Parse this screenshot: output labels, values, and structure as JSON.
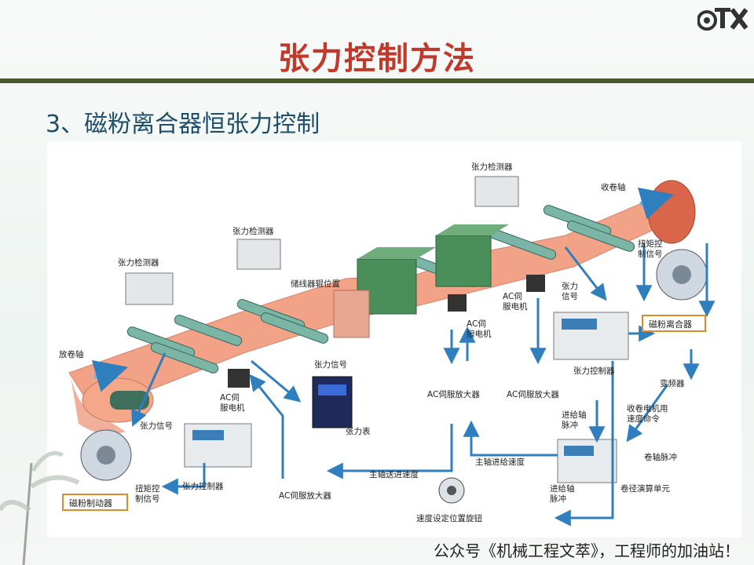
{
  "title": "张力控制方法",
  "subtitle": "3、磁粉离合器恒张力控制",
  "footer": "公众号《机械工程文萃》，工程师的加油站！",
  "logo": {
    "icon": "gear-tx-logo"
  },
  "labels": {
    "tension_detector_1": "张力检测器",
    "tension_detector_2": "张力检测器",
    "tension_detector_3": "张力检测器",
    "storage_roller": "储线器辊位置",
    "take_up_shaft": "收卷轴",
    "unwind_shaft": "放卷轴",
    "torque_signal_right_1": "扭矩控",
    "torque_signal_right_2": "制信号",
    "magnetic_clutch": "磁粉离合器",
    "tension_signal_right_1": "张力",
    "tension_signal_right_2": "信号",
    "ac_servo_motor_a_1": "AC伺",
    "ac_servo_motor_a_2": "服电机",
    "ac_servo_motor_b_1": "AC伺",
    "ac_servo_motor_b_2": "服电机",
    "ac_servo_motor_c_1": "AC伺",
    "ac_servo_motor_c_2": "服电机",
    "tension_signal_mid": "张力信号",
    "tension_meter": "张力表",
    "ac_servo_amp_1": "AC伺服放大器",
    "ac_servo_amp_2": "AC伺服放大器",
    "ac_servo_amp_3": "AC伺服放大器",
    "tension_controller_right": "张力控制器",
    "tension_controller_left": "张力控制器",
    "inverter": "变频器",
    "feed_pulse_1": "进给轴",
    "feed_pulse_2": "脉冲",
    "winder_speed_1": "收卷电机用",
    "winder_speed_2": "速度命令",
    "main_feed_speed": "主轴进给速度",
    "winding_pulse": "卷轴脉冲",
    "main_send_speed": "主轴送进速度",
    "feed_pulse_lower_1": "进给轴",
    "feed_pulse_lower_2": "脉冲",
    "diameter_unit": "卷径演算单元",
    "tension_signal_left": "张力信号",
    "magnetic_brake": "磁粉制动器",
    "torque_signal_left_1": "扭矩控",
    "torque_signal_left_2": "制信号",
    "speed_knob": "速度设定位置旋钮"
  },
  "colors": {
    "title": "#c0392b",
    "subtitle": "#1f4e6b",
    "web": "#f2a287",
    "roller": "#6aa89a",
    "arrow": "#2f7fbf",
    "highlight_box": "#e08a2a",
    "green_block": "#4a8f5a"
  }
}
